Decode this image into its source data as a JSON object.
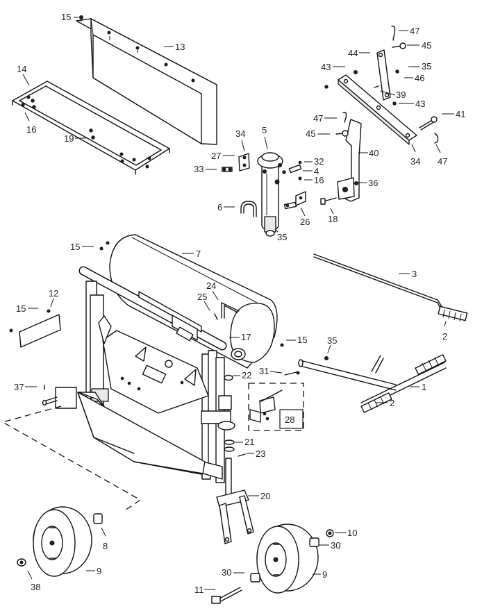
{
  "parts": [
    {
      "id": "p15a",
      "number": "15"
    },
    {
      "id": "p13",
      "number": "13"
    },
    {
      "id": "p14",
      "number": "14"
    },
    {
      "id": "p16a",
      "number": "16"
    },
    {
      "id": "p19",
      "number": "19"
    },
    {
      "id": "p34a",
      "number": "34"
    },
    {
      "id": "p5",
      "number": "5"
    },
    {
      "id": "p27",
      "number": "27"
    },
    {
      "id": "p32",
      "number": "32"
    },
    {
      "id": "p33",
      "number": "33"
    },
    {
      "id": "p4",
      "number": "4"
    },
    {
      "id": "p16b",
      "number": "16"
    },
    {
      "id": "p6",
      "number": "6"
    },
    {
      "id": "p26",
      "number": "26"
    },
    {
      "id": "p35a",
      "number": "35"
    },
    {
      "id": "p18",
      "number": "18"
    },
    {
      "id": "p47a",
      "number": "47"
    },
    {
      "id": "p45a",
      "number": "45"
    },
    {
      "id": "p44",
      "number": "44"
    },
    {
      "id": "p43a",
      "number": "43"
    },
    {
      "id": "p35b",
      "number": "35"
    },
    {
      "id": "p46",
      "number": "46"
    },
    {
      "id": "p39",
      "number": "39"
    },
    {
      "id": "p43b",
      "number": "43"
    },
    {
      "id": "p47b",
      "number": "47"
    },
    {
      "id": "p45b",
      "number": "45"
    },
    {
      "id": "p41",
      "number": "41"
    },
    {
      "id": "p40",
      "number": "40"
    },
    {
      "id": "p36",
      "number": "36"
    },
    {
      "id": "p34b",
      "number": "34"
    },
    {
      "id": "p47c",
      "number": "47"
    },
    {
      "id": "p15b",
      "number": "15"
    },
    {
      "id": "p7",
      "number": "7"
    },
    {
      "id": "p3",
      "number": "3"
    },
    {
      "id": "p12",
      "number": "12"
    },
    {
      "id": "p15c",
      "number": "15"
    },
    {
      "id": "p24",
      "number": "24"
    },
    {
      "id": "p25",
      "number": "25"
    },
    {
      "id": "p17",
      "number": "17"
    },
    {
      "id": "p15d",
      "number": "15"
    },
    {
      "id": "p35c",
      "number": "35"
    },
    {
      "id": "p2a",
      "number": "2"
    },
    {
      "id": "p22",
      "number": "22"
    },
    {
      "id": "p31",
      "number": "31"
    },
    {
      "id": "p1",
      "number": "1"
    },
    {
      "id": "p2b",
      "number": "2"
    },
    {
      "id": "p37",
      "number": "37"
    },
    {
      "id": "p28",
      "number": "28"
    },
    {
      "id": "p21",
      "number": "21"
    },
    {
      "id": "p23",
      "number": "23"
    },
    {
      "id": "p20",
      "number": "20"
    },
    {
      "id": "p10",
      "number": "10"
    },
    {
      "id": "p30a",
      "number": "30"
    },
    {
      "id": "p8",
      "number": "8"
    },
    {
      "id": "p9a",
      "number": "9"
    },
    {
      "id": "p30b",
      "number": "30"
    },
    {
      "id": "p9b",
      "number": "9"
    },
    {
      "id": "p38",
      "number": "38"
    },
    {
      "id": "p11",
      "number": "11"
    }
  ]
}
